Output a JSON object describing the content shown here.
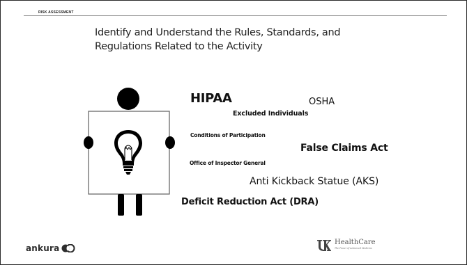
{
  "header": {
    "section_label": "RISK ASSESSMENT"
  },
  "slide": {
    "title_line1": "Identify and Understand the Rules, Standards, and",
    "title_line2": "Regulations Related to the Activity",
    "terms": {
      "hipaa": "HIPAA",
      "osha": "OSHA",
      "excluded": "Excluded Individuals",
      "conditions": "Conditions of Participation",
      "false_claims": "False Claims Act",
      "oig": "Office of Inspector General",
      "aks": "Anti Kickback Statue (AKS)",
      "dra": "Deficit Reduction Act (DRA)"
    },
    "illustration": {
      "icon": "person-holding-lightbulb-sign-icon",
      "color": "#000000"
    }
  },
  "footer": {
    "left_logo_text": "ankura",
    "right_logo_name": "HealthCare",
    "right_logo_tagline": "The Power of Advanced Medicine",
    "right_logo_icon": "uk-monogram-icon"
  }
}
